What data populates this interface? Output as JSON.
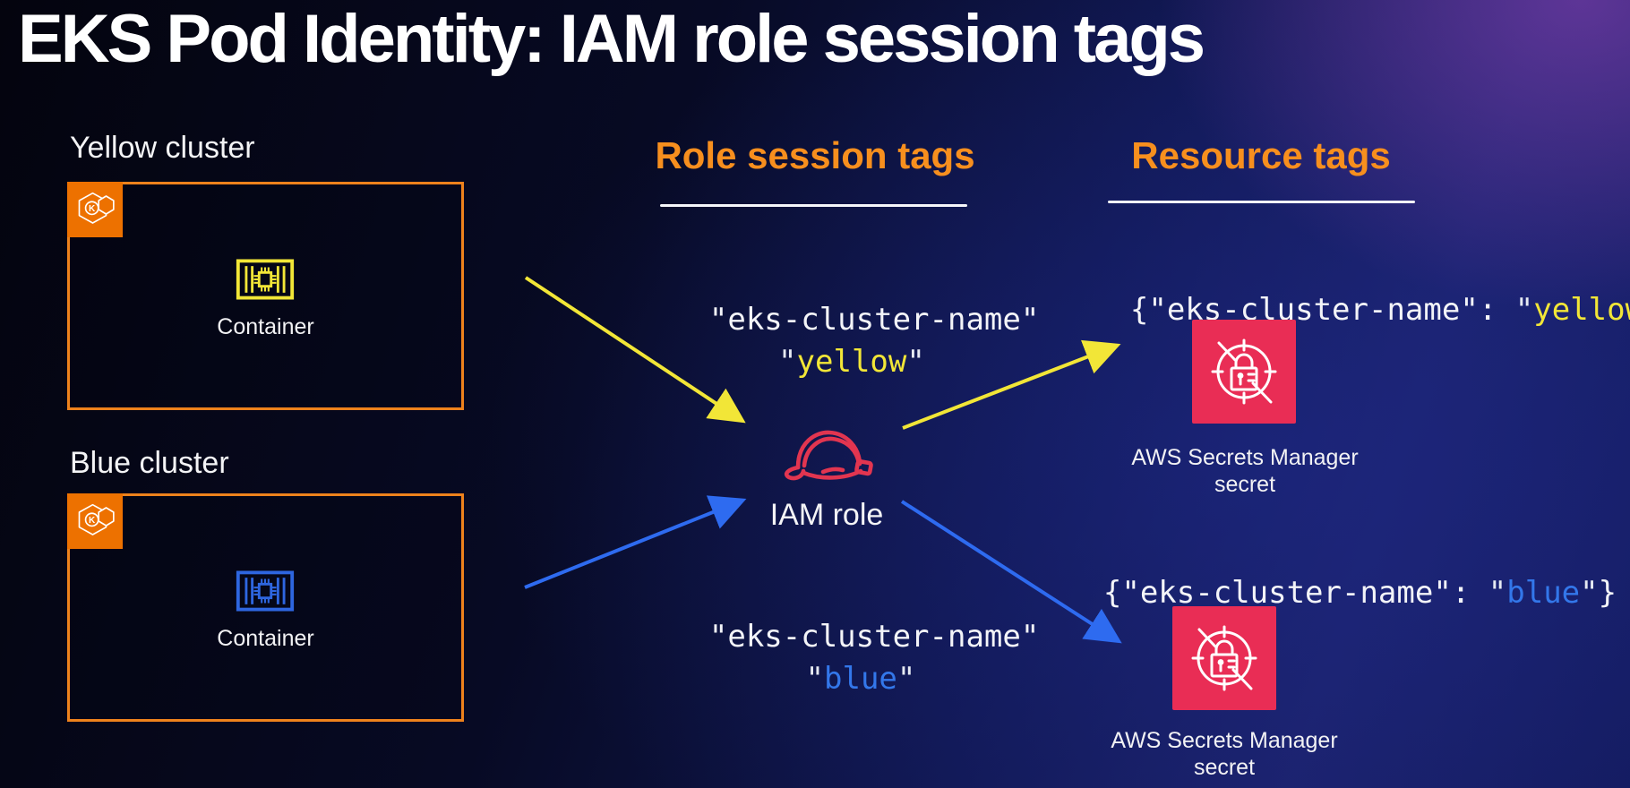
{
  "title": "EKS Pod Identity: IAM role session tags",
  "colors": {
    "background_navy": "#0a0d2e",
    "background_purple": "#4b2c7f",
    "heading_orange": "#F78F1E",
    "aws_orange_badge": "#ED7100",
    "cluster_border_orange": "#EE821C",
    "yellow_accent": "#F2E637",
    "blue_accent": "#3377EA",
    "iam_red": "#E23550",
    "secrets_pink": "#E92D55",
    "text_white": "#F3F4F8"
  },
  "icons": {
    "eks": "eks-kubernetes-hexagon-icon",
    "container": "container-chip-icon",
    "iam": "iam-role-hard-hat-icon",
    "secrets": "secrets-manager-lock-target-icon"
  },
  "clusters": [
    {
      "label": "Yellow cluster",
      "container_label": "Container",
      "accent": "#F2E637"
    },
    {
      "label": "Blue cluster",
      "container_label": "Container",
      "accent": "#2E66E0"
    }
  ],
  "role_session": {
    "heading": "Role session tags",
    "pairs": [
      {
        "key": "\"eks-cluster-name\"",
        "value_open": "\"",
        "value": "yellow",
        "value_close": "\""
      },
      {
        "key": "\"eks-cluster-name\"",
        "value_open": "\"",
        "value": "blue",
        "value_close": "\""
      }
    ]
  },
  "iam_role": {
    "label": "IAM role"
  },
  "resource_tags": {
    "heading": "Resource tags",
    "entries": [
      {
        "prefix": "{\"eks-cluster-name\": ",
        "value_open": "\"",
        "value": "yellow",
        "value_close": "\"",
        "suffix": "}",
        "caption_line1": "AWS Secrets Manager",
        "caption_line2": "secret"
      },
      {
        "prefix": "{\"eks-cluster-name\": ",
        "value_open": "\"",
        "value": "blue",
        "value_close": "\"",
        "suffix": "}",
        "caption_line1": "AWS Secrets Manager",
        "caption_line2": "secret"
      }
    ]
  }
}
